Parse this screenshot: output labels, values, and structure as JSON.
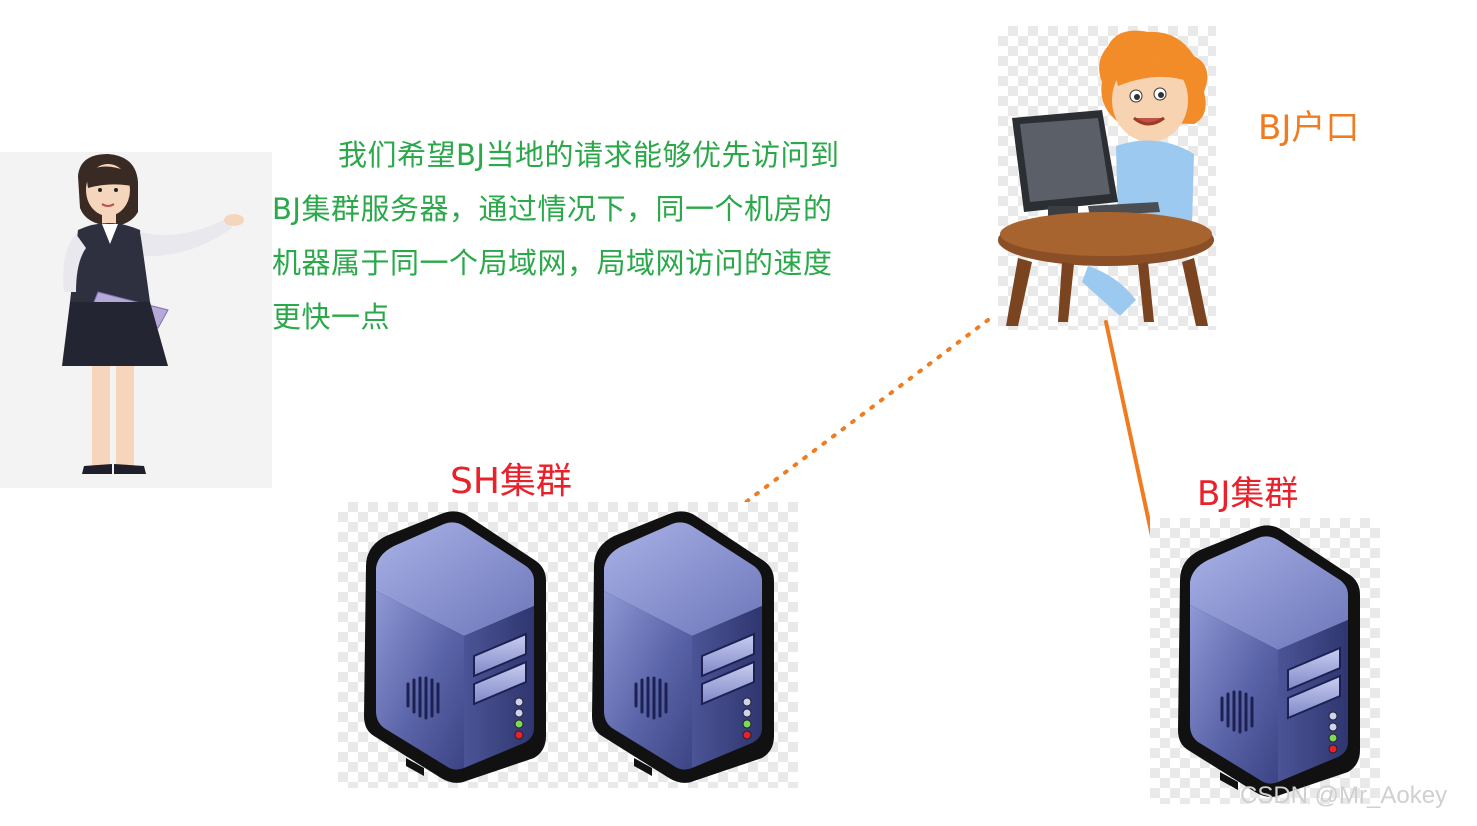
{
  "description": {
    "line1": "我们希望BJ当地的请求能够优先访问到",
    "line2": "BJ集群服务器，通过情况下，同一个机房的",
    "line3": "机器属于同一个局域网，局域网访问的速度",
    "line4": "更快一点"
  },
  "labels": {
    "user": "BJ户口",
    "sh_cluster": "SH集群",
    "bj_cluster": "BJ集群"
  },
  "watermark": "CSDN @Mr_Aokey",
  "colors": {
    "description_text": "#2aa84a",
    "user_label": "#f07c22",
    "cluster_label": "#e8212b",
    "connection": "#f07c22",
    "server_body": "#5a64a8"
  },
  "connections": {
    "user_to_sh": "dotted",
    "user_to_bj": "solid"
  },
  "icons": {
    "presenter": "presenter-woman-icon",
    "user": "boy-at-computer-icon",
    "server": "server-tower-icon"
  }
}
